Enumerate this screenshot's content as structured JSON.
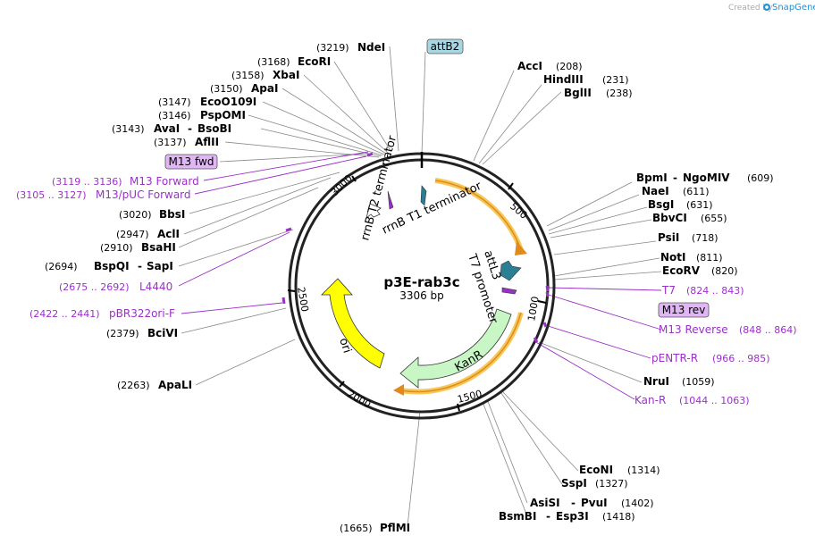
{
  "credit": {
    "created_by": "Created by",
    "brand": "SnapGene"
  },
  "plasmid": {
    "name": "p3E-rab3c",
    "length_label": "3306 bp",
    "length": 3306
  },
  "features": [
    {
      "label": "rrnB T1 terminator",
      "color": "#ffffff"
    },
    {
      "label": "attL3",
      "color": "#2a7f94"
    },
    {
      "label": "T7 promoter",
      "color": "#ffffff"
    },
    {
      "label": "KanR",
      "color": "#c8f7c5"
    },
    {
      "label": "ori",
      "color": "#ffff00"
    },
    {
      "label": "rrnB T2 terminator",
      "color": "#ffffff"
    }
  ],
  "ticks": [
    "500",
    "1000",
    "1500",
    "2000",
    "2500",
    "3000"
  ],
  "boxed_labels": {
    "attB2": "attB2",
    "m13fwd": "M13 fwd",
    "m13rev": "M13 rev"
  },
  "enzymes": [
    {
      "name": "NdeI",
      "pos": "(3219)"
    },
    {
      "name": "EcoRI",
      "pos": "(3168)"
    },
    {
      "name": "XbaI",
      "pos": "(3158)"
    },
    {
      "name": "ApaI",
      "pos": "(3150)"
    },
    {
      "name": "EcoO109I",
      "pos": "(3147)"
    },
    {
      "name": "PspOMI",
      "pos": "(3146)"
    },
    {
      "name": "AvaI",
      "name2": "BsoBI",
      "pos": "(3143)"
    },
    {
      "name": "AflII",
      "pos": "(3137)"
    },
    {
      "name": "BbsI",
      "pos": "(3020)"
    },
    {
      "name": "AclI",
      "pos": "(2947)"
    },
    {
      "name": "BsaHI",
      "pos": "(2910)"
    },
    {
      "name": "BspQI",
      "name2": "SapI",
      "pos": "(2694)"
    },
    {
      "name": "BciVI",
      "pos": "(2379)"
    },
    {
      "name": "ApaLI",
      "pos": "(2263)"
    },
    {
      "name": "PflMI",
      "pos": "(1665)"
    },
    {
      "name": "AccI",
      "pos": "(208)"
    },
    {
      "name": "HindIII",
      "pos": "(231)"
    },
    {
      "name": "BglII",
      "pos": "(238)"
    },
    {
      "name": "BpmI",
      "name2": "NgoMIV",
      "pos": "(609)"
    },
    {
      "name": "NaeI",
      "pos": "(611)"
    },
    {
      "name": "BsgI",
      "pos": "(631)"
    },
    {
      "name": "BbvCI",
      "pos": "(655)"
    },
    {
      "name": "PsiI",
      "pos": "(718)"
    },
    {
      "name": "NotI",
      "pos": "(811)"
    },
    {
      "name": "EcoRV",
      "pos": "(820)"
    },
    {
      "name": "NruI",
      "pos": "(1059)"
    },
    {
      "name": "EcoNI",
      "pos": "(1314)"
    },
    {
      "name": "SspI",
      "pos": "(1327)"
    },
    {
      "name": "AsiSI",
      "name2": "PvuI",
      "pos": "(1402)"
    },
    {
      "name": "BsmBI",
      "name2": "Esp3I",
      "pos": "(1418)"
    }
  ],
  "primers": [
    {
      "name": "M13 Forward",
      "range": "(3119 .. 3136)"
    },
    {
      "name": "M13/pUC Forward",
      "range": "(3105 .. 3127)"
    },
    {
      "name": "L4440",
      "range": "(2675 .. 2692)"
    },
    {
      "name": "pBR322ori-F",
      "range": "(2422 .. 2441)"
    },
    {
      "name": "T7",
      "range": "(824 .. 843)"
    },
    {
      "name": "M13 Reverse",
      "range": "(848 .. 864)"
    },
    {
      "name": "pENTR-R",
      "range": "(966 .. 985)"
    },
    {
      "name": "Kan-R",
      "range": "(1044 .. 1063)"
    }
  ],
  "colors": {
    "primer": "#9b30c8",
    "boxed_fill": "#e0b6f5",
    "attb_fill": "#a8d6e3",
    "kanr_arrow": "#e8a12c",
    "leader": "#777777"
  }
}
